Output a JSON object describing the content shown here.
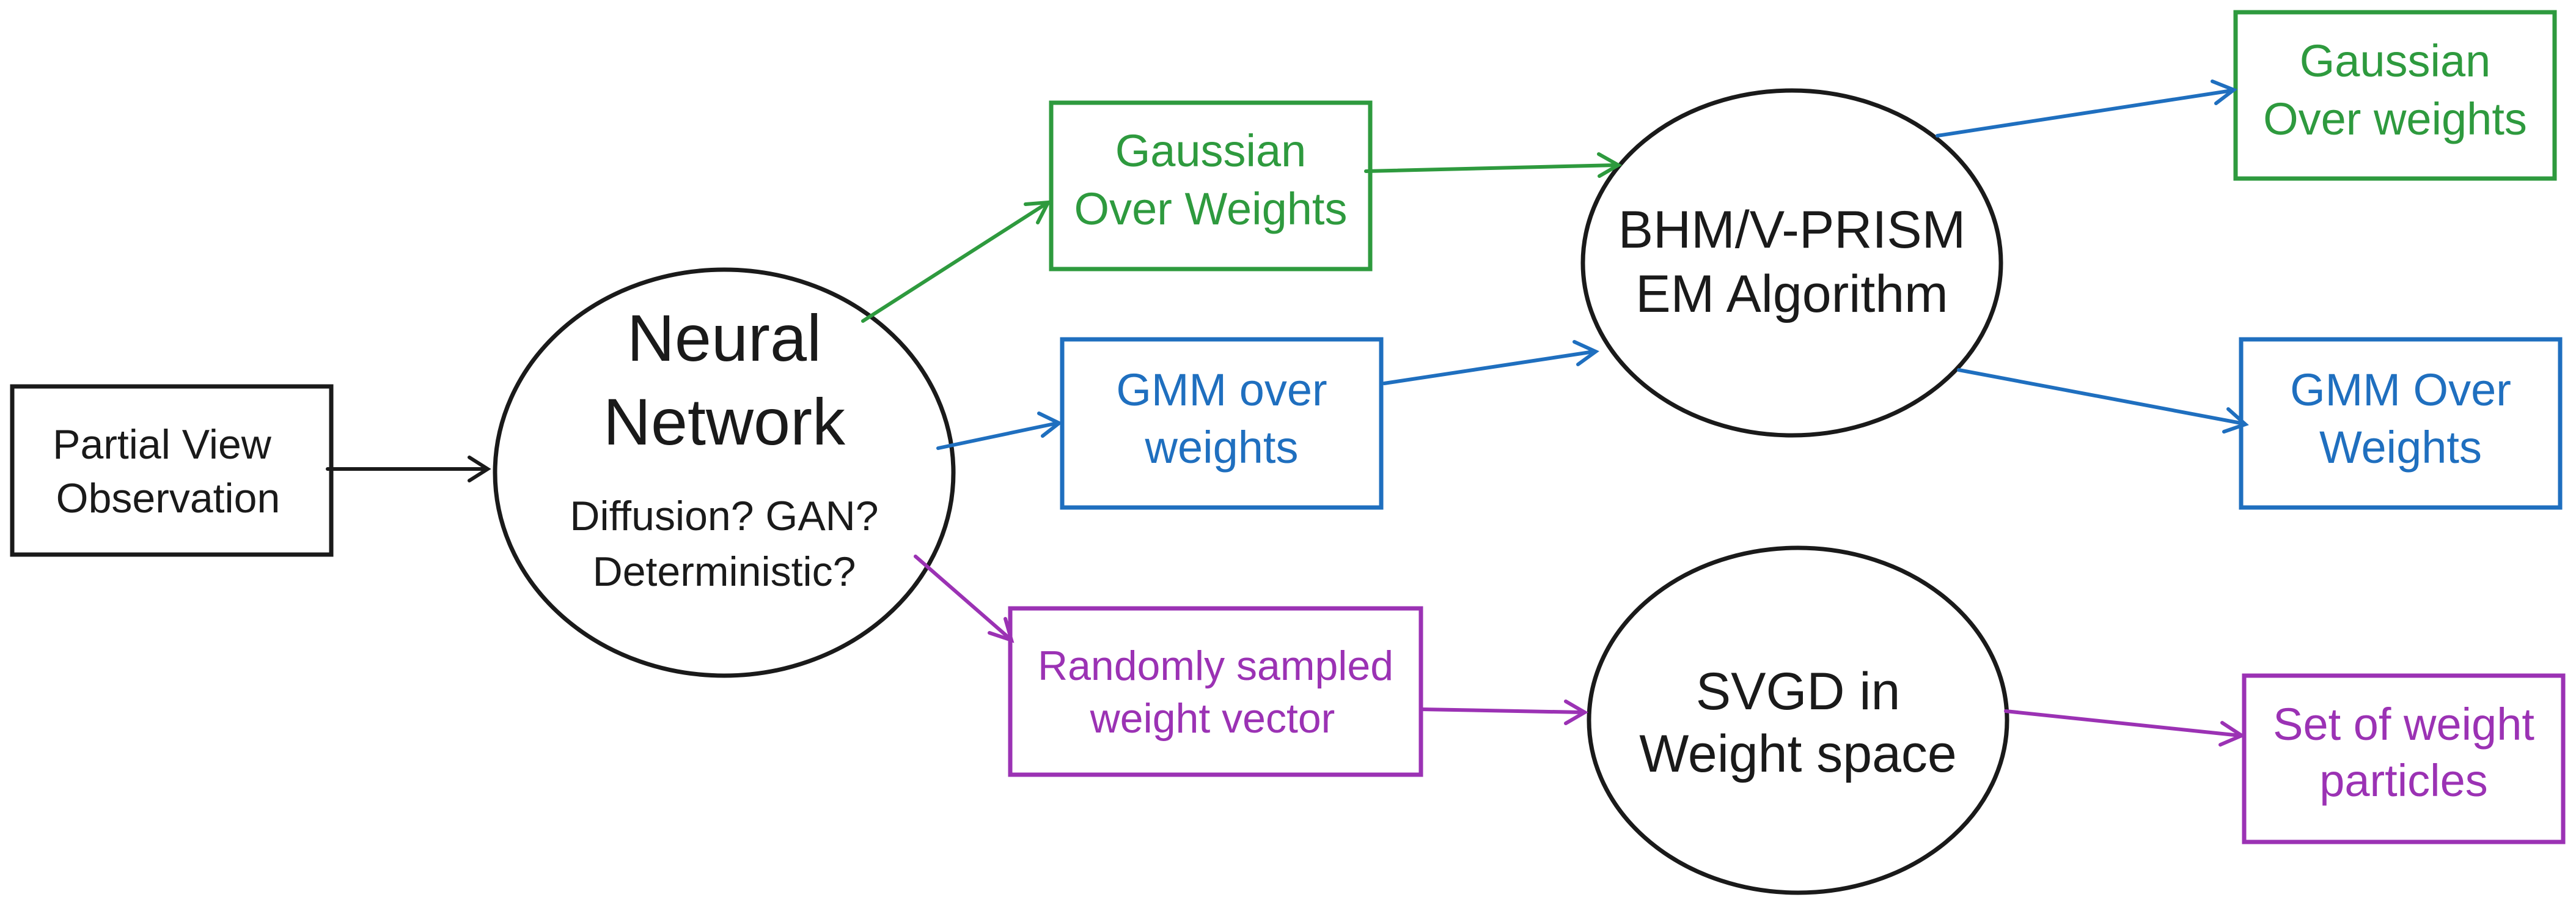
{
  "colors": {
    "black": "#1a1a1a",
    "green": "#2e9a3e",
    "blue": "#1f6fbf",
    "purple": "#9b32b4"
  },
  "nodes": {
    "partial_view": {
      "line1": "Partial View",
      "line2": "Observation"
    },
    "neural_network": {
      "title1": "Neural",
      "title2": "Network",
      "sub1": "Diffusion? GAN?",
      "sub2": "Deterministic?"
    },
    "gaussian_in": {
      "line1": "Gaussian",
      "line2": "Over Weights"
    },
    "gmm_in": {
      "line1": "GMM over",
      "line2": "weights"
    },
    "random_vec": {
      "line1": "Randomly sampled",
      "line2": "weight vector"
    },
    "bhm": {
      "line1": "BHM/V-PRISM",
      "line2": "EM Algorithm"
    },
    "svgd": {
      "line1": "SVGD in",
      "line2": "Weight space"
    },
    "gaussian_out": {
      "line1": "Gaussian",
      "line2": "Over weights"
    },
    "gmm_out": {
      "line1": "GMM Over",
      "line2": "Weights"
    },
    "particles": {
      "line1": "Set of weight",
      "line2": "particles"
    }
  }
}
